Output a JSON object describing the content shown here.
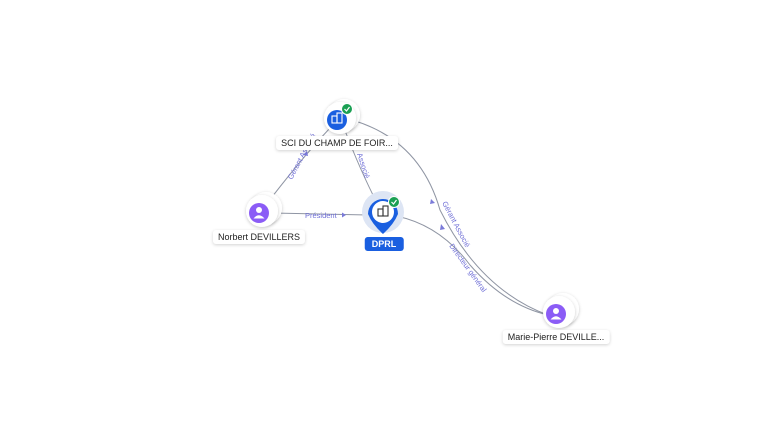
{
  "nodes": {
    "sci": {
      "label": "SCI DU CHAMP DE FOIR...",
      "icon": "company-icon",
      "verified": true
    },
    "dprl": {
      "label": "DPRL",
      "icon": "company-icon",
      "verified": true
    },
    "norbert": {
      "label": "Norbert DEVILLERS",
      "icon": "person-icon"
    },
    "marie": {
      "label": "Marie-Pierre DEVILLE...",
      "icon": "person-icon"
    }
  },
  "edges": {
    "norbert_sci": "Gérant Associé",
    "sci_dprl": "Associé",
    "norbert_dprl": "Président",
    "sci_marie": "Gérant Associé",
    "dprl_marie": "Directeur général"
  },
  "colors": {
    "company": "#1a5fe0",
    "person": "#8b5cf6",
    "verified": "#1aa053",
    "edge": "#8f95a3",
    "edge_label": "#6f6fd6"
  }
}
